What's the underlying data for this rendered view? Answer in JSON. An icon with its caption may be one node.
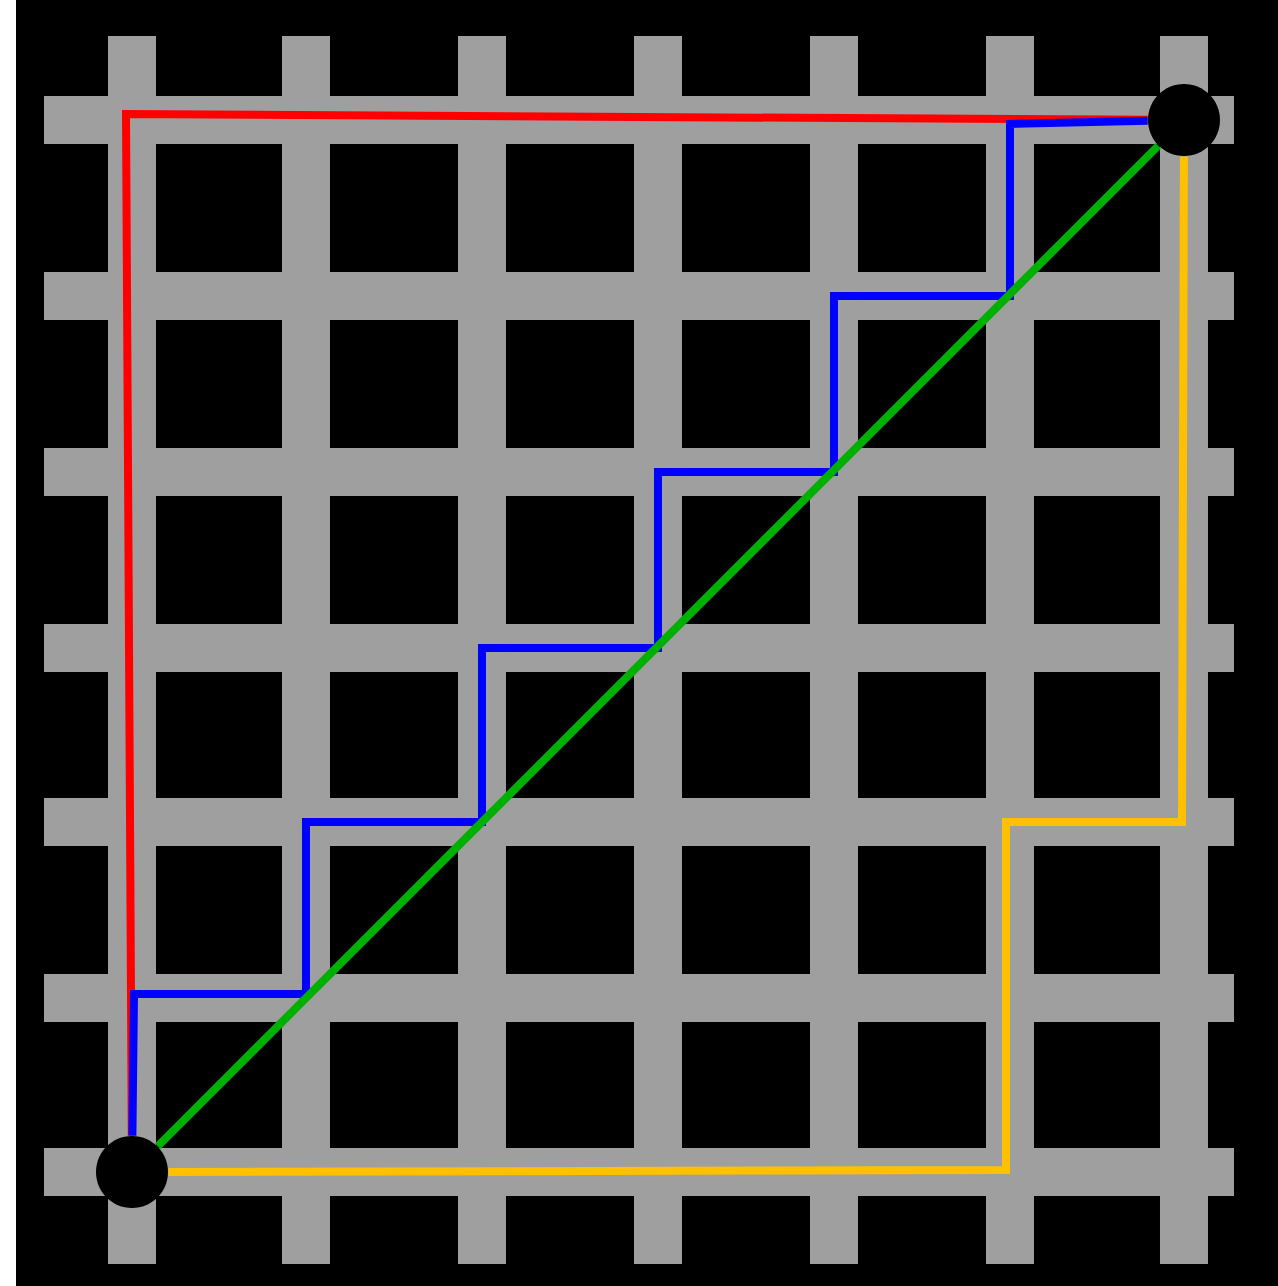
{
  "diagram": {
    "nodes": [
      {
        "text": [],
        "shape": "circle"
      },
      {
        "text": [],
        "shape": "circle"
      }
    ],
    "edges": [
      {
        "from": 0,
        "to": 1,
        "arrow": "none",
        "color": "#ff0000"
      },
      {
        "from": 0,
        "to": 1,
        "arrow": "none",
        "color": "#0000ff"
      },
      {
        "from": 0,
        "to": 1,
        "arrow": "none",
        "color": "#ffc000"
      },
      {
        "from": 0,
        "to": 1,
        "arrow": "none",
        "color": "#00b000"
      }
    ]
  }
}
